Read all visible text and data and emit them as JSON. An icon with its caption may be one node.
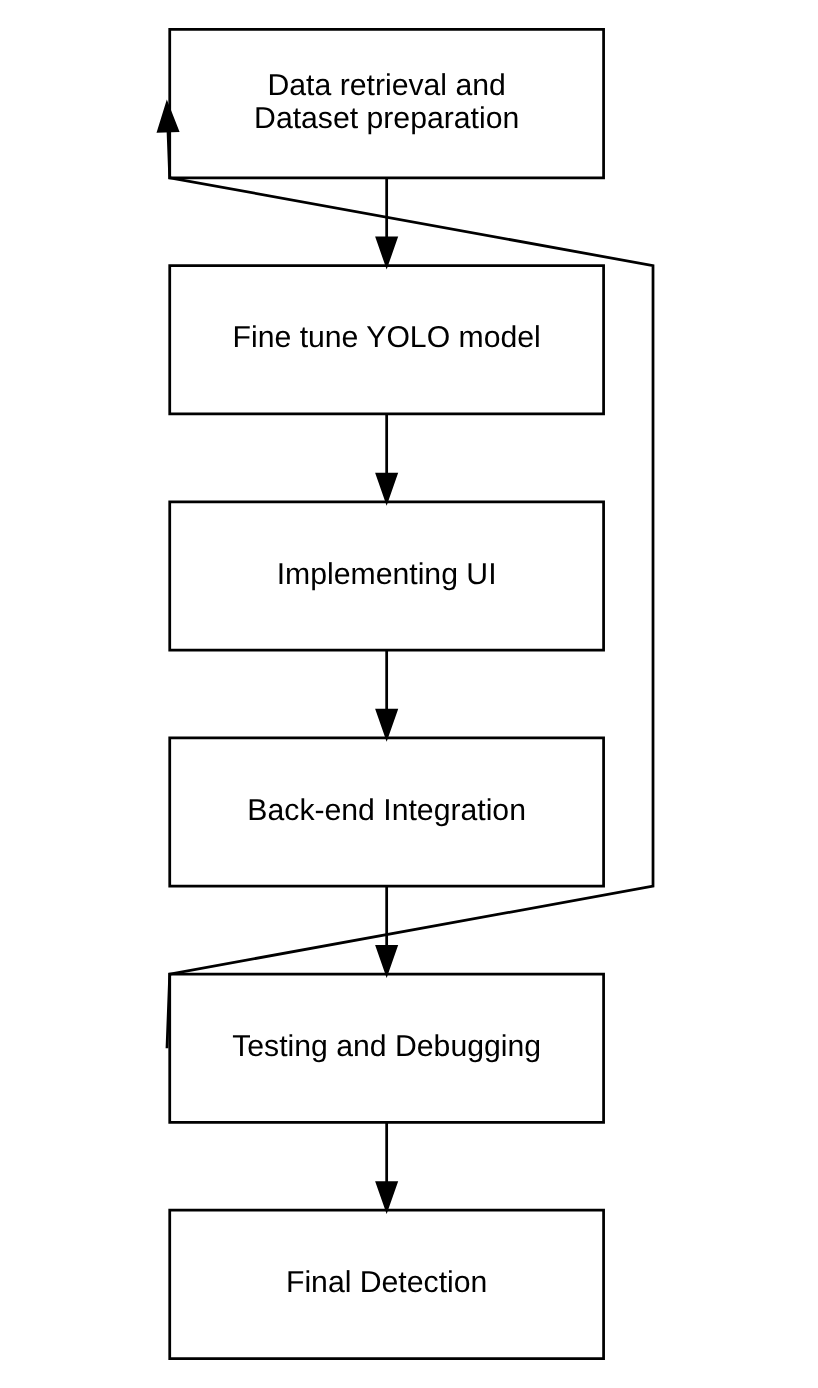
{
  "diagram": {
    "nodes": [
      {
        "text": [
          "Data retrieval and Dataset preparation"
        ]
      },
      {
        "text": [
          "Fine tune YOLO model"
        ]
      },
      {
        "text": [
          "Implementing UI"
        ]
      },
      {
        "text": [
          "Back-end Integration"
        ]
      },
      {
        "text": [
          "Testing and Debugging"
        ]
      },
      {
        "text": [
          "Final Detection"
        ]
      }
    ],
    "edges": [
      {
        "from": 0,
        "to": 1,
        "arrow": "to"
      },
      {
        "from": 1,
        "to": 2,
        "arrow": "to"
      },
      {
        "from": 2,
        "to": 3,
        "arrow": "to"
      },
      {
        "from": 3,
        "to": 4,
        "arrow": "to"
      },
      {
        "from": 4,
        "to": 5,
        "arrow": "to"
      },
      {
        "from": 4,
        "to": 0,
        "arrow": "to"
      }
    ]
  }
}
